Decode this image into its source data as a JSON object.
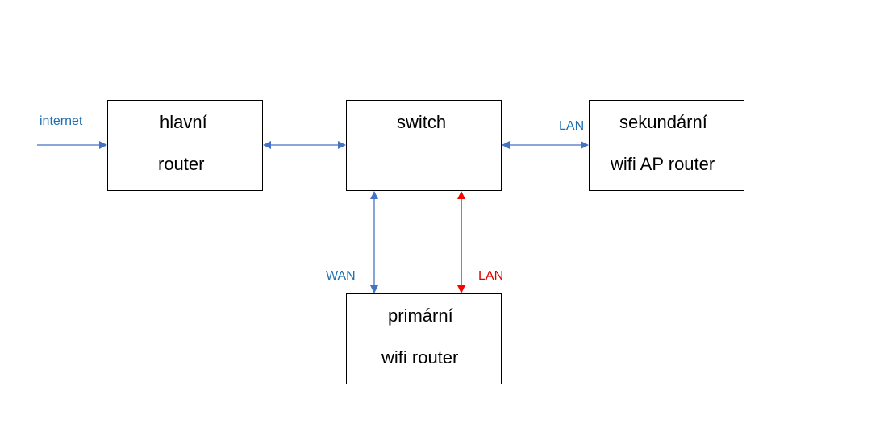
{
  "nodes": {
    "main_router": {
      "line1": "hlavní",
      "line2": "router"
    },
    "switch": {
      "line1": "switch"
    },
    "secondary_router": {
      "line1": "sekundární",
      "line2": "wifi AP router"
    },
    "primary_router": {
      "line1": "primární",
      "line2": "wifi router"
    }
  },
  "edges": {
    "internet": {
      "label": "internet",
      "color": "#4472C4"
    },
    "main_to_switch": {
      "label": "",
      "color": "#4472C4"
    },
    "switch_to_secondary": {
      "label": "LAN",
      "color": "#4472C4"
    },
    "switch_to_primary_wan": {
      "label": "WAN",
      "color": "#4472C4"
    },
    "switch_to_primary_lan": {
      "label": "LAN",
      "color": "#FF0000"
    }
  },
  "label_colors": {
    "blue": "#1F6FB0",
    "red": "#E00000"
  }
}
